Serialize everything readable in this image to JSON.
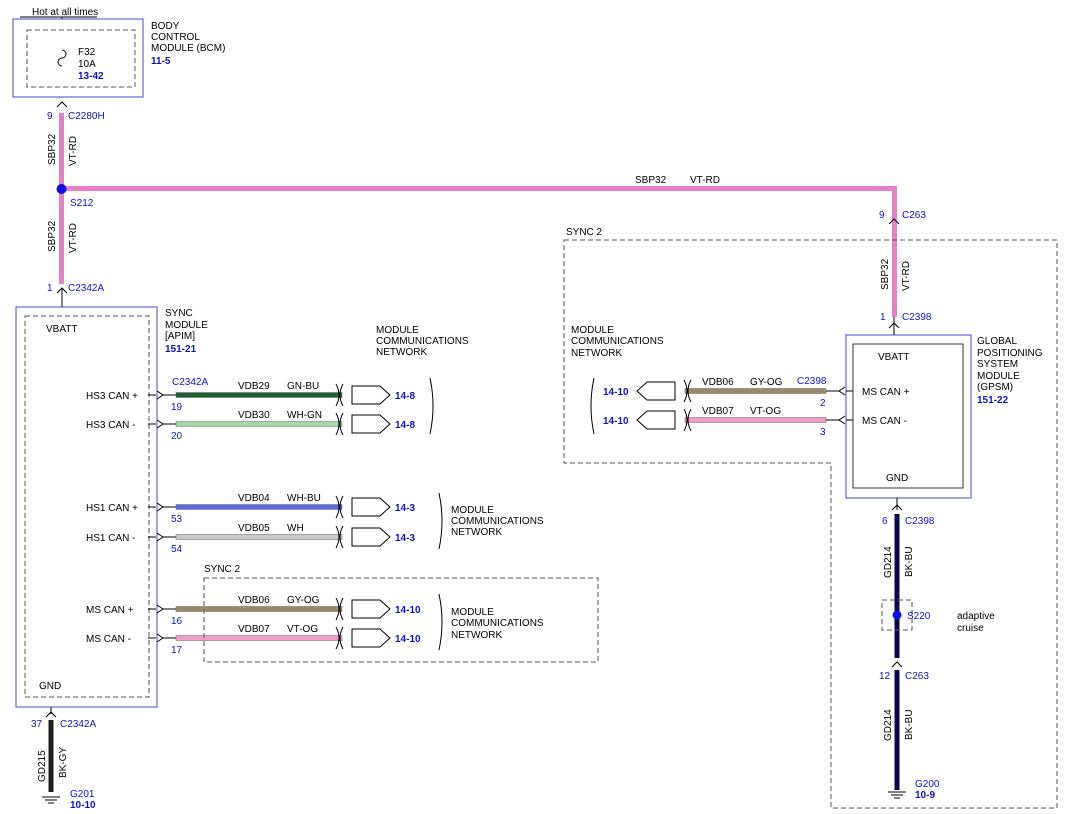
{
  "colors": {
    "VT-RD": "#e880c8",
    "GN-BU": "#1e5e32",
    "WH-GN": "#a8d8a8",
    "WH-BU": "#5a6ee0",
    "WH": "#c8c8c8",
    "GY-OG": "#9a8a6a",
    "VT-OG": "#f0a0c8",
    "BK-BU": "#0a0a48",
    "BK-GY": "#202020",
    "label_blue": "#1010c8"
  },
  "hot_label": "Hot at all times",
  "bcm": {
    "title": [
      "BODY",
      "CONTROL",
      "MODULE (BCM)"
    ],
    "ref": "11-5",
    "fuse": {
      "name": "F32",
      "rating": "10A",
      "ref": "13-42"
    }
  },
  "c2280h": {
    "pin": "9",
    "name": "C2280H"
  },
  "sbp32": {
    "circuit": "SBP32",
    "color": "VT-RD"
  },
  "s212": "S212",
  "c2342a_top": {
    "pin": "1",
    "name": "C2342A"
  },
  "sync": {
    "title": [
      "SYNC",
      "MODULE",
      "[APIM]"
    ],
    "ref": "151-21",
    "vbatt": "VBATT",
    "gnd": "GND",
    "connector": "C2342A"
  },
  "mcn_label": [
    "MODULE",
    "COMMUNICATIONS",
    "NETWORK"
  ],
  "sync2": "SYNC 2",
  "sync_circuits": [
    {
      "label": "HS3 CAN +",
      "pin": "19",
      "circuit": "VDB29",
      "color": "GN-BU",
      "ref": "14-8"
    },
    {
      "label": "HS3 CAN -",
      "pin": "20",
      "circuit": "VDB30",
      "color": "WH-GN",
      "ref": "14-8"
    },
    {
      "label": "HS1 CAN +",
      "pin": "53",
      "circuit": "VDB04",
      "color": "WH-BU",
      "ref": "14-3"
    },
    {
      "label": "HS1 CAN -",
      "pin": "54",
      "circuit": "VDB05",
      "color": "WH",
      "ref": "14-3"
    },
    {
      "label": "MS CAN +",
      "pin": "16",
      "circuit": "VDB06",
      "color": "GY-OG",
      "ref": "14-10"
    },
    {
      "label": "MS CAN -",
      "pin": "17",
      "circuit": "VDB07",
      "color": "VT-OG",
      "ref": "14-10"
    }
  ],
  "c2342a_gnd": {
    "pin": "37",
    "name": "C2342A"
  },
  "gd215": {
    "circuit": "GD215",
    "color": "BK-GY"
  },
  "g201": {
    "name": "G201",
    "ref": "10-10"
  },
  "c263_top": {
    "pin": "9",
    "name": "C263"
  },
  "c2398_top": {
    "pin": "1",
    "name": "C2398"
  },
  "gpsm": {
    "title": [
      "GLOBAL",
      "POSITIONING",
      "SYSTEM",
      "MODULE",
      "(GPSM)"
    ],
    "ref": "151-22",
    "vbatt": "VBATT",
    "gnd": "GND",
    "connector": "C2398"
  },
  "gpsm_circuits": [
    {
      "label": "MS CAN +",
      "pin": "2",
      "circuit": "VDB06",
      "color": "GY-OG",
      "ref": "14-10"
    },
    {
      "label": "MS CAN -",
      "pin": "3",
      "circuit": "VDB07",
      "color": "VT-OG",
      "ref": "14-10"
    }
  ],
  "c2398_gnd": {
    "pin": "6",
    "name": "C2398"
  },
  "gd214": {
    "circuit": "GD214",
    "color": "BK-BU"
  },
  "s220": "S220",
  "adaptive": [
    "adaptive",
    "cruise"
  ],
  "c263_gnd": {
    "pin": "12",
    "name": "C263"
  },
  "g200": {
    "name": "G200",
    "ref": "10-9"
  }
}
